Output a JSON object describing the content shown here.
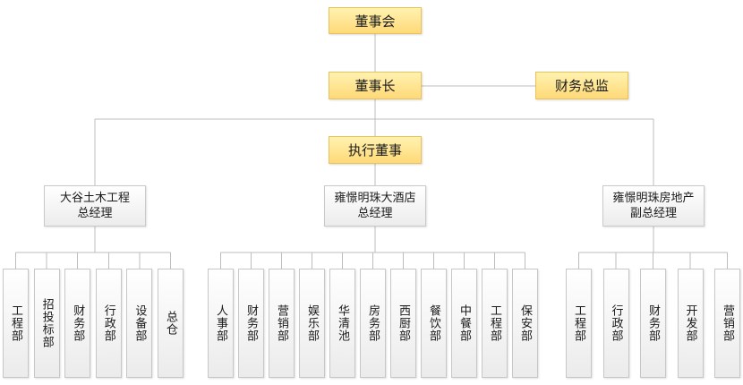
{
  "top": {
    "board": "董事会",
    "chairman": "董事长",
    "cfo": "财务总监",
    "exec_director": "执行董事"
  },
  "managers": [
    {
      "line1": "大谷土木工程",
      "line2": "总经理",
      "depts": [
        "工程部",
        "招投标部",
        "财务部",
        "行政部",
        "设备部",
        "总仓"
      ]
    },
    {
      "line1": "雍憬明珠大酒店",
      "line2": "总经理",
      "depts": [
        "人事部",
        "财务部",
        "营销部",
        "娱乐部",
        "华清池",
        "房务部",
        "西厨部",
        "餐饮部",
        "中餐部",
        "工程部",
        "保安部"
      ]
    },
    {
      "line1": "雍憬明珠房地产",
      "line2": "副总经理",
      "depts": [
        "工程部",
        "行政部",
        "财务部",
        "开发部",
        "营销部"
      ]
    }
  ],
  "colors": {
    "yellow_top": "#fff2b0",
    "yellow_bottom": "#ffd978",
    "line": "#bdbdbd"
  }
}
